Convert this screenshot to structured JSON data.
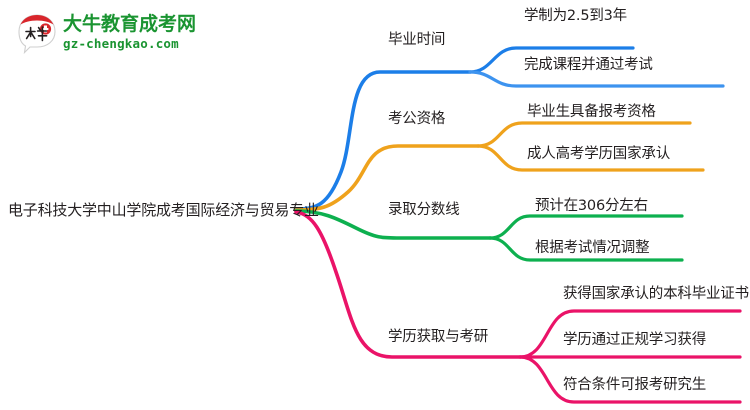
{
  "logo": {
    "mark_name": "dani-speech-bubble-logo",
    "brand": "大牛教育成考网",
    "url": "gz-chengkao.com",
    "brand_color": "#1a9431",
    "mark_accent": "#d9262c"
  },
  "mindmap": {
    "root": {
      "label": "电子科技大学中山学院成考国际经济与贸易专业"
    },
    "branches": [
      {
        "label": "毕业时间",
        "color": "#1c7ee8",
        "children": [
          {
            "label": "学制为2.5到3年"
          },
          {
            "label": "完成课程并通过考试"
          }
        ]
      },
      {
        "label": "考公资格",
        "color": "#efa21c",
        "children": [
          {
            "label": "毕业生具备报考资格"
          },
          {
            "label": "成人高考学历国家承认"
          }
        ]
      },
      {
        "label": "录取分数线",
        "color": "#0db04f",
        "children": [
          {
            "label": "预计在306分左右"
          },
          {
            "label": "根据考试情况调整"
          }
        ]
      },
      {
        "label": "学历获取与考研",
        "color": "#ea1368",
        "children": [
          {
            "label": "获得国家承认的本科毕业证书"
          },
          {
            "label": "学历通过正规学习获得"
          },
          {
            "label": "符合条件可报考研究生"
          }
        ]
      }
    ]
  }
}
